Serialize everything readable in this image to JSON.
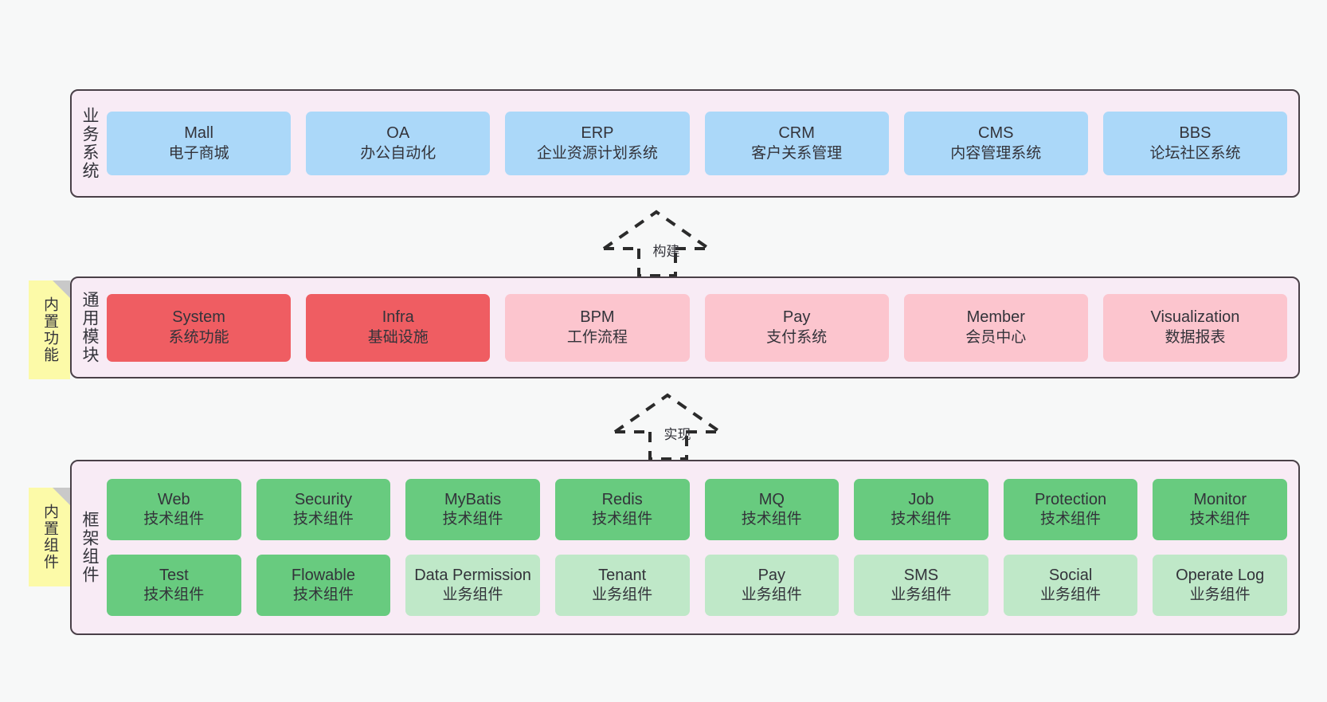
{
  "layers": [
    {
      "id": "business",
      "label": "业务系统",
      "cards": [
        {
          "name": "Mall",
          "desc": "电子商城"
        },
        {
          "name": "OA",
          "desc": "办公自动化"
        },
        {
          "name": "ERP",
          "desc": "企业资源计划系统"
        },
        {
          "name": "CRM",
          "desc": "客户关系管理"
        },
        {
          "name": "CMS",
          "desc": "内容管理系统"
        },
        {
          "name": "BBS",
          "desc": "论坛社区系统"
        }
      ]
    },
    {
      "id": "common",
      "label": "通用模块",
      "note": "内置功能",
      "cards": [
        {
          "name": "System",
          "desc": "系统功能"
        },
        {
          "name": "Infra",
          "desc": "基础设施"
        },
        {
          "name": "BPM",
          "desc": "工作流程"
        },
        {
          "name": "Pay",
          "desc": "支付系统"
        },
        {
          "name": "Member",
          "desc": "会员中心"
        },
        {
          "name": "Visualization",
          "desc": "数据报表"
        }
      ]
    },
    {
      "id": "framework",
      "label": "框架组件",
      "note": "内置组件",
      "row1": [
        {
          "name": "Web",
          "desc": "技术组件"
        },
        {
          "name": "Security",
          "desc": "技术组件"
        },
        {
          "name": "MyBatis",
          "desc": "技术组件"
        },
        {
          "name": "Redis",
          "desc": "技术组件"
        },
        {
          "name": "MQ",
          "desc": "技术组件"
        },
        {
          "name": "Job",
          "desc": "技术组件"
        },
        {
          "name": "Protection",
          "desc": "技术组件"
        },
        {
          "name": "Monitor",
          "desc": "技术组件"
        }
      ],
      "row2": [
        {
          "name": "Test",
          "desc": "技术组件"
        },
        {
          "name": "Flowable",
          "desc": "技术组件"
        },
        {
          "name": "Data Permission",
          "desc": "业务组件"
        },
        {
          "name": "Tenant",
          "desc": "业务组件"
        },
        {
          "name": "Pay",
          "desc": "业务组件"
        },
        {
          "name": "SMS",
          "desc": "业务组件"
        },
        {
          "name": "Social",
          "desc": "业务组件"
        },
        {
          "name": "Operate Log",
          "desc": "业务组件"
        }
      ]
    }
  ],
  "connectors": [
    {
      "id": "build",
      "label": "构建"
    },
    {
      "id": "implement",
      "label": "实现"
    }
  ],
  "colors": {
    "background": "#f7f8f8",
    "layer_fill": "#f8ebf5",
    "layer_border": "#4a4048",
    "business_card": "#abd8f9",
    "module_core": "#ef5d62",
    "module_normal": "#fcc5ce",
    "tech_component": "#68cb7f",
    "biz_component": "#bfe8c8",
    "note": "#fcfaa8",
    "note_fold": "#c9c9c9",
    "text": "#33333a"
  }
}
